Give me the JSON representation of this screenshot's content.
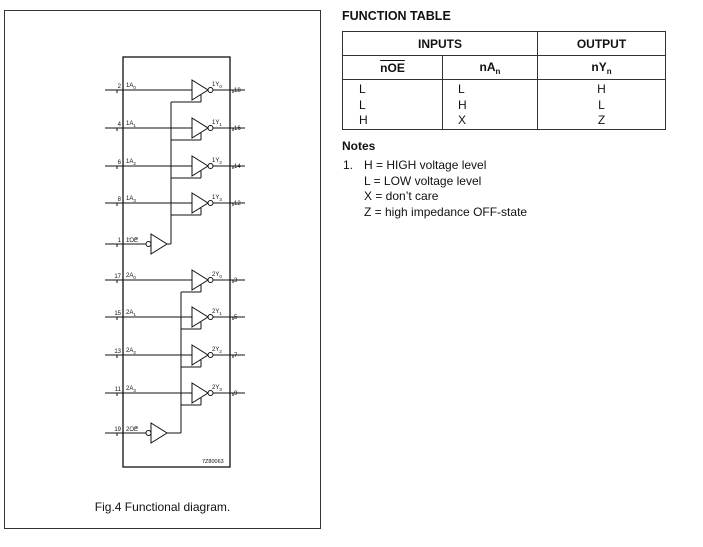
{
  "figure": {
    "caption": "Fig.4  Functional diagram.",
    "code": "7Z80063",
    "inputs": [
      {
        "pin": "2",
        "name": "1A",
        "sub": "0"
      },
      {
        "pin": "4",
        "name": "1A",
        "sub": "1"
      },
      {
        "pin": "6",
        "name": "1A",
        "sub": "2"
      },
      {
        "pin": "8",
        "name": "1A",
        "sub": "3"
      },
      {
        "pin": "17",
        "name": "2A",
        "sub": "0"
      },
      {
        "pin": "15",
        "name": "2A",
        "sub": "1"
      },
      {
        "pin": "13",
        "name": "2A",
        "sub": "2"
      },
      {
        "pin": "11",
        "name": "2A",
        "sub": "3"
      }
    ],
    "outputs": [
      {
        "pin": "18",
        "name": "1Y",
        "sub": "0"
      },
      {
        "pin": "16",
        "name": "1Y",
        "sub": "1"
      },
      {
        "pin": "14",
        "name": "1Y",
        "sub": "2"
      },
      {
        "pin": "12",
        "name": "1Y",
        "sub": "3"
      },
      {
        "pin": "3",
        "name": "2Y",
        "sub": "0"
      },
      {
        "pin": "5",
        "name": "2Y",
        "sub": "1"
      },
      {
        "pin": "7",
        "name": "2Y",
        "sub": "2"
      },
      {
        "pin": "9",
        "name": "2Y",
        "sub": "3"
      }
    ],
    "enables": [
      {
        "pin": "1",
        "name": "1OE"
      },
      {
        "pin": "19",
        "name": "2OE"
      }
    ]
  },
  "function_table": {
    "title": "FUNCTION TABLE",
    "inputs_header": "INPUTS",
    "output_header": "OUTPUT",
    "col_noe": "nOE",
    "col_na": "nA",
    "col_na_sub": "n",
    "col_ny": "nY",
    "col_ny_sub": "n",
    "noe_values": "L\nL\nH",
    "na_values": "L\nH\nX",
    "ny_values": "H\nL\nZ"
  },
  "notes": {
    "title": "Notes",
    "number": "1.",
    "lines": [
      "H = HIGH voltage level",
      "L = LOW voltage level",
      "X = don’t care",
      "Z = high impedance OFF-state"
    ]
  }
}
